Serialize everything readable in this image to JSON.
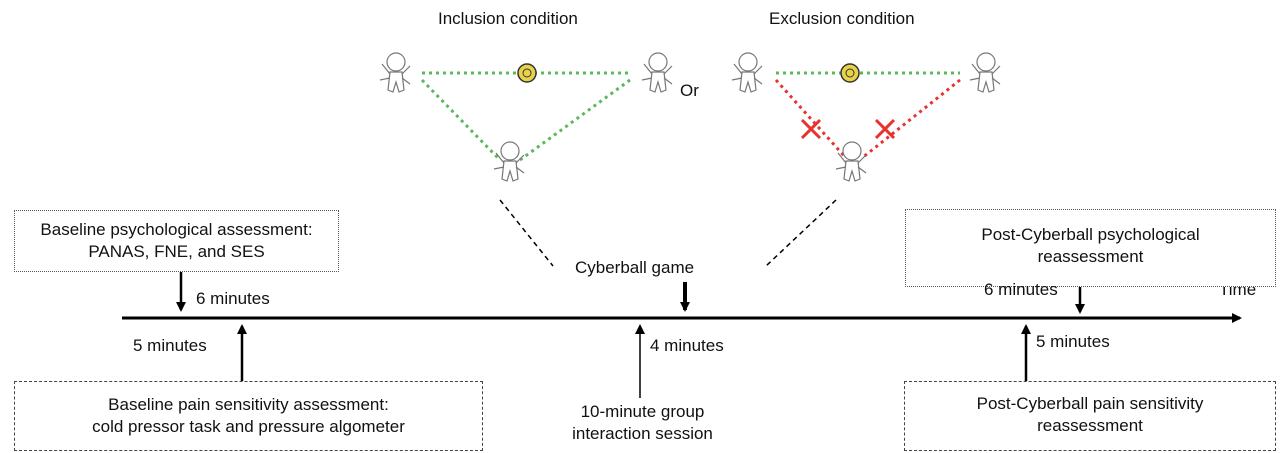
{
  "conditions": {
    "inclusion_label": "Inclusion condition",
    "exclusion_label": "Exclusion condition",
    "or_label": "Or"
  },
  "cyberball_label": "Cyberball game",
  "time_label": "Time",
  "boxes": {
    "baseline_psych": {
      "line1": "Baseline psychological assessment:",
      "line2": "PANAS, FNE, and SES"
    },
    "baseline_pain": {
      "line1": "Baseline pain sensitivity assessment:",
      "line2": "cold pressor task and pressure algometer"
    },
    "post_psych": {
      "line1": "Post-Cyberball psychological",
      "line2": "reassessment"
    },
    "post_pain": {
      "line1": "Post-Cyberball pain sensitivity",
      "line2": "reassessment"
    },
    "group_session": {
      "line1": "10-minute group",
      "line2": "interaction session"
    }
  },
  "durations": {
    "d1": "6 minutes",
    "d2": "5 minutes",
    "d3": "4 minutes",
    "d4": "6 minutes",
    "d5": "5 minutes"
  },
  "colors": {
    "included_pass": "#5cb85c",
    "excluded_pass": "#e8322e",
    "ball": "#e8d24a"
  }
}
